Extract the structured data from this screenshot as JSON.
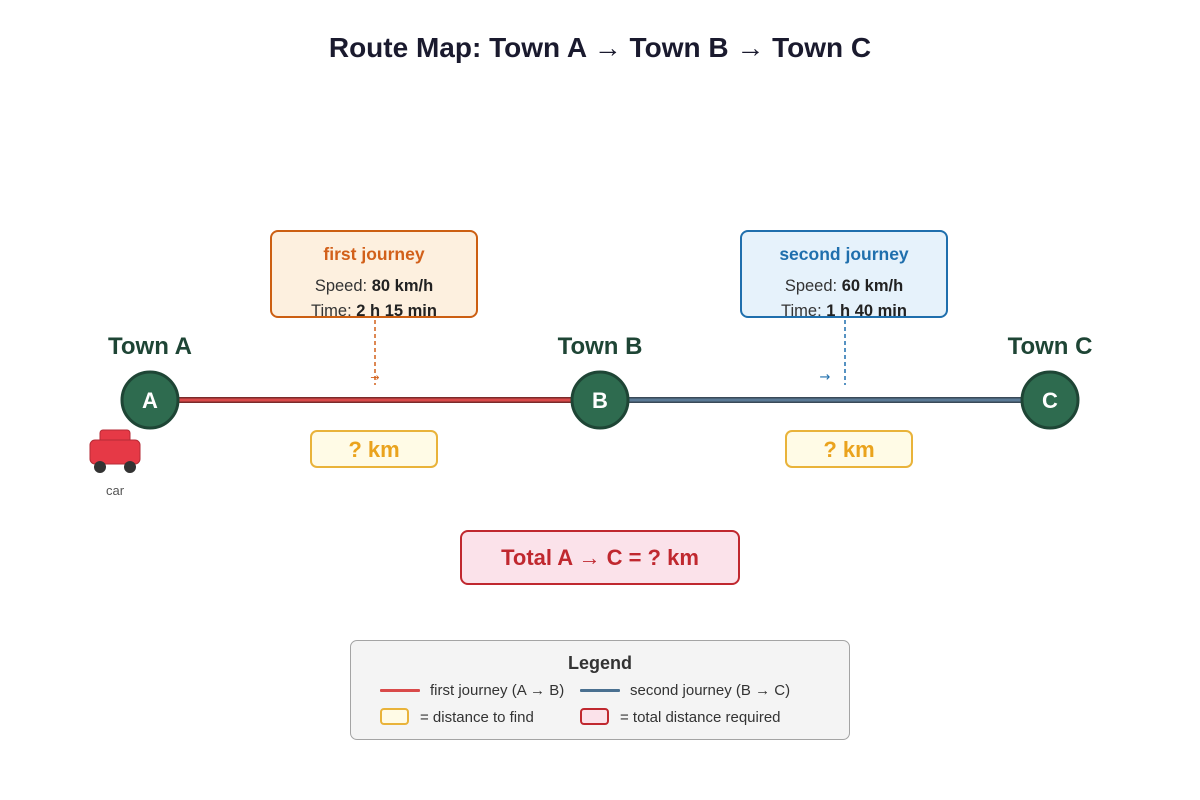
{
  "title": "Route Map: Town A → Town B → Town C",
  "towns": [
    {
      "name": "Town A",
      "letter": "A"
    },
    {
      "name": "Town B",
      "letter": "B"
    },
    {
      "name": "Town C",
      "letter": "C"
    }
  ],
  "journeys": [
    {
      "heading": "first journey",
      "speed_label": "Speed: ",
      "speed_value": "80 km/h",
      "time_label": "Time: ",
      "time_value": "2 h 15 min",
      "distance": "? km",
      "arrow": "→",
      "color": "#d94a4a"
    },
    {
      "heading": "second journey",
      "speed_label": "Speed: ",
      "speed_value": "60 km/h",
      "time_label": "Time: ",
      "time_value": "1 h 40 min",
      "distance": "? km",
      "arrow": "→",
      "color": "#4a7090"
    }
  ],
  "total": "Total A → C = ? km",
  "car_label": "car",
  "legend": {
    "title": "Legend",
    "first_journey": "first journey (A → B)",
    "second_journey": "second journey (B → C)",
    "distance_to_find": "= distance to find",
    "total_required": "= total distance required"
  },
  "colors": {
    "node_fill": "#2e6b4f",
    "node_stroke": "#1e4535",
    "first_journey": "#d94a4a",
    "second_journey": "#4a7090",
    "unknown_border": "#e9b33a",
    "total_border": "#c0282f"
  }
}
